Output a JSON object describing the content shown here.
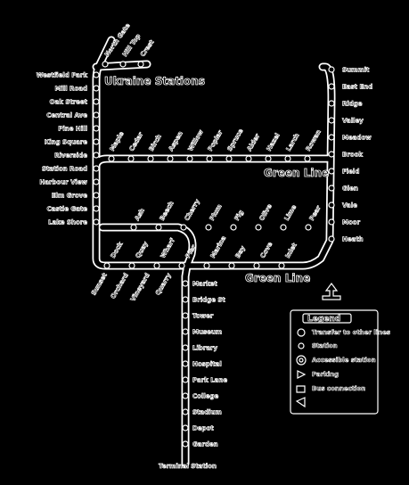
{
  "map": {
    "line_labels": {
      "north": "Ukraine Stations",
      "east": "Green Line",
      "south": "Green Line"
    },
    "bottom_terminus": "Terminal Station",
    "legend": {
      "title": "Legend",
      "items": [
        "Transfer to other lines",
        "Station",
        "Accessible station",
        "Parking",
        "Bus connection"
      ]
    },
    "north_arrow": "N",
    "stations": {
      "west_column": [
        "Westfield Park",
        "Mill Road",
        "Oak Street",
        "Central Ave",
        "Pine Hill",
        "King Square",
        "Riverside",
        "Station Road",
        "Harbour View",
        "Elm Grove",
        "Castle Gate",
        "Lake Shore"
      ],
      "top_row": [
        "North Gate",
        "Hill Top",
        "Crest"
      ],
      "middle_row": [
        "Maple",
        "Cedar",
        "Birch",
        "Aspen",
        "Willow",
        "Poplar",
        "Spruce",
        "Alder",
        "Hazel",
        "Larch",
        "Rowan"
      ],
      "inner_row": [
        "Ash",
        "Beech",
        "Cherry",
        "Plum",
        "Fig",
        "Olive",
        "Lime",
        "Pear"
      ],
      "lower_row": [
        "Dock",
        "Quay",
        "Wharf",
        "Pier",
        "Marina",
        "Bay",
        "Cove",
        "Inlet"
      ],
      "east_column": [
        "Summit",
        "East End",
        "Ridge",
        "Valley",
        "Meadow",
        "Brook",
        "Field",
        "Glen",
        "Vale",
        "Moor",
        "Heath"
      ],
      "south_column": [
        "Market",
        "Bridge St",
        "Tower",
        "Museum",
        "Library",
        "Hospital",
        "Park Lane",
        "College",
        "Stadium",
        "Depot",
        "Garden"
      ],
      "southwest_diagonal": [
        "Sunset",
        "Orchard",
        "Vineyard",
        "Quarry"
      ]
    }
  }
}
